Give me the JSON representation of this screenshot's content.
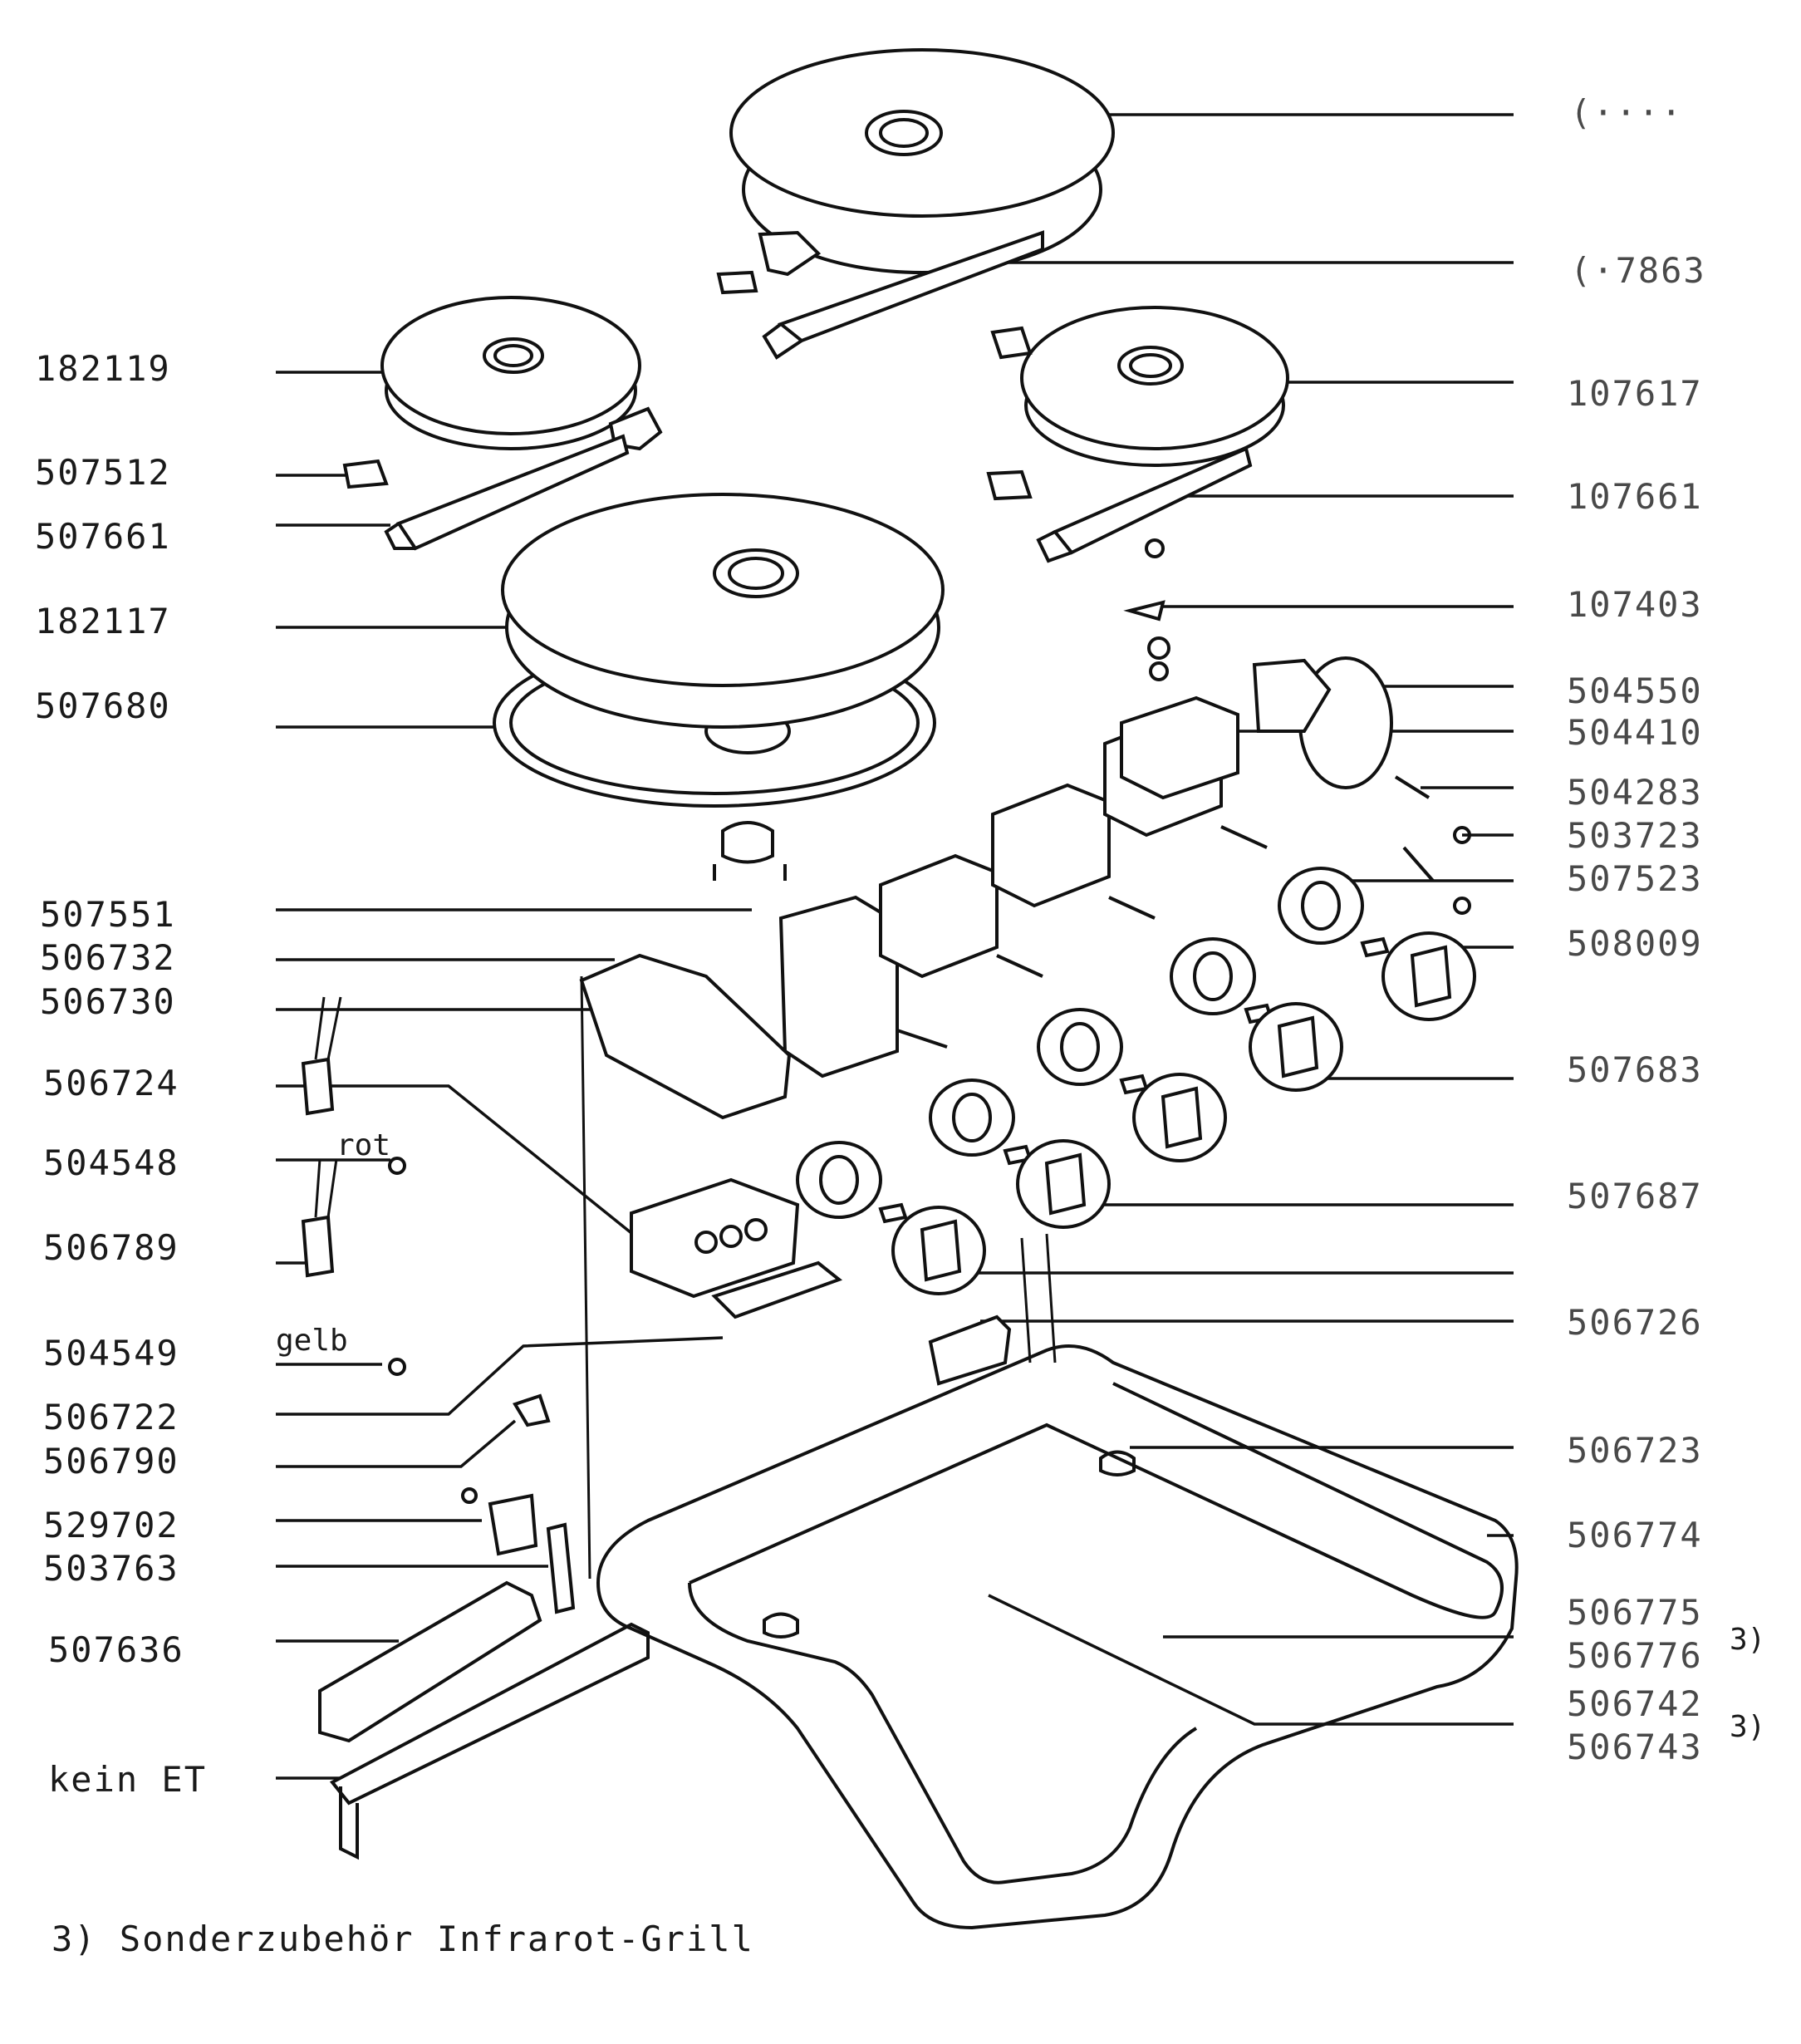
{
  "left_labels": [
    {
      "id": "182119",
      "text": "182119"
    },
    {
      "id": "507512",
      "text": "507512"
    },
    {
      "id": "507661",
      "text": "507661"
    },
    {
      "id": "182117",
      "text": "182117"
    },
    {
      "id": "507680",
      "text": "507680"
    },
    {
      "id": "507551",
      "text": "507551"
    },
    {
      "id": "506732",
      "text": "506732"
    },
    {
      "id": "506730",
      "text": "506730"
    },
    {
      "id": "506724",
      "text": "506724"
    },
    {
      "id": "504548",
      "text": "504548"
    },
    {
      "id": "506789",
      "text": "506789"
    },
    {
      "id": "504549",
      "text": "504549"
    },
    {
      "id": "506722",
      "text": "506722"
    },
    {
      "id": "506790",
      "text": "506790"
    },
    {
      "id": "529702",
      "text": "529702"
    },
    {
      "id": "503763",
      "text": "503763"
    },
    {
      "id": "507636",
      "text": "507636"
    },
    {
      "id": "kein-et",
      "text": "kein ET"
    }
  ],
  "right_labels": [
    {
      "id": "r1",
      "text": "(····"
    },
    {
      "id": "r2",
      "text": "(·7863"
    },
    {
      "id": "r3",
      "text": "107617"
    },
    {
      "id": "r4",
      "text": "107661"
    },
    {
      "id": "r5",
      "text": "107403"
    },
    {
      "id": "r6",
      "text": "504550"
    },
    {
      "id": "r7",
      "text": "504410"
    },
    {
      "id": "r8",
      "text": "504283"
    },
    {
      "id": "r9",
      "text": "503723"
    },
    {
      "id": "r10",
      "text": "507523"
    },
    {
      "id": "r11",
      "text": "508009"
    },
    {
      "id": "r12",
      "text": "507683"
    },
    {
      "id": "r13",
      "text": "507687"
    },
    {
      "id": "r14",
      "text": "506726"
    },
    {
      "id": "r15",
      "text": "506723"
    },
    {
      "id": "r16",
      "text": "506774"
    },
    {
      "id": "r17",
      "text": "506775"
    },
    {
      "id": "r18",
      "text": "506776"
    },
    {
      "id": "r19",
      "text": "506742"
    },
    {
      "id": "r20",
      "text": "506743"
    }
  ],
  "footnote_marks": [
    "3)",
    "3)"
  ],
  "wire_labels": {
    "rot": "rot",
    "gelb": "gelb"
  },
  "footnote": "3) Sonderzubehör Infrarot-Grill"
}
